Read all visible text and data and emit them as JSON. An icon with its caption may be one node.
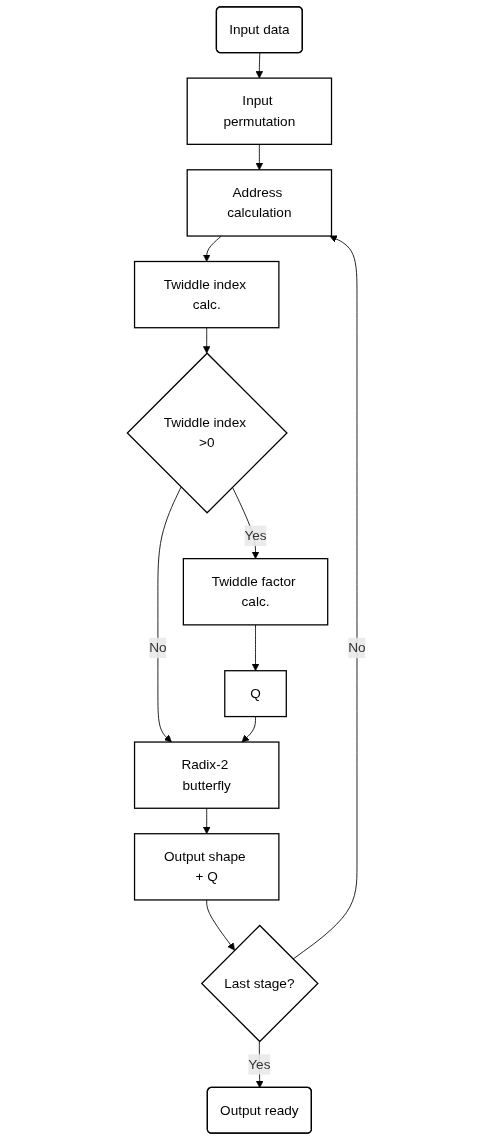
{
  "diagram": {
    "nodes": [
      {
        "text": [
          "Input data"
        ]
      },
      {
        "text": [
          "Input permutation"
        ]
      },
      {
        "text": [
          "Address calculation"
        ]
      },
      {
        "text": [
          "Twiddle index calc."
        ]
      },
      {
        "text": [
          "Twiddle index >0"
        ]
      },
      {
        "text": [
          "Twiddle factor calc."
        ]
      },
      {
        "text": [
          "Q"
        ]
      },
      {
        "text": [
          "Radix-2 butterfly"
        ]
      },
      {
        "text": [
          "Output shape + Q"
        ]
      },
      {
        "text": [
          "Last stage?"
        ]
      },
      {
        "text": [
          "Output ready"
        ]
      }
    ],
    "edges": [
      {
        "from": 0,
        "to": 1,
        "arrow": "to"
      },
      {
        "from": 1,
        "to": 2,
        "arrow": "to"
      },
      {
        "from": 2,
        "to": 3,
        "arrow": "to"
      },
      {
        "from": 3,
        "to": 4,
        "arrow": "to"
      },
      {
        "from": 4,
        "to": 5,
        "label": "Yes",
        "arrow": "to"
      },
      {
        "from": 4,
        "to": 7,
        "label": "No",
        "arrow": "to"
      },
      {
        "from": 5,
        "to": 6,
        "arrow": "to"
      },
      {
        "from": 6,
        "to": 7,
        "arrow": "to"
      },
      {
        "from": 7,
        "to": 8,
        "arrow": "to"
      },
      {
        "from": 8,
        "to": 9,
        "arrow": "to"
      },
      {
        "from": 9,
        "to": 2,
        "label": "No",
        "arrow": "to"
      },
      {
        "from": 9,
        "to": 10,
        "label": "Yes",
        "arrow": "to"
      }
    ]
  }
}
